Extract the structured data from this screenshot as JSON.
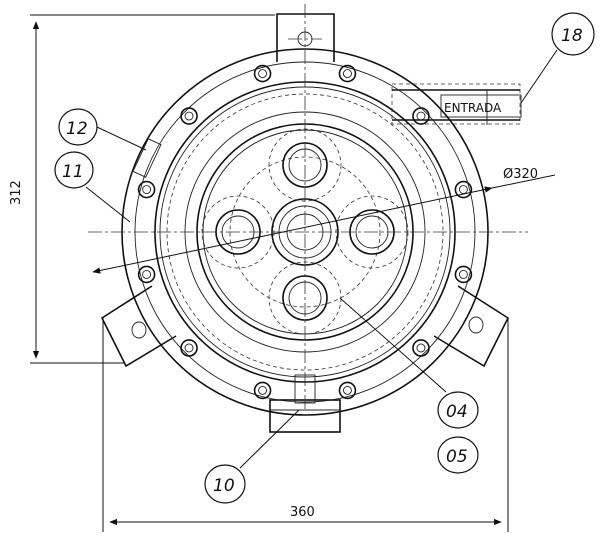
{
  "dimensions": {
    "height": "312",
    "width": "360",
    "diameter": "Ø320"
  },
  "callouts": [
    {
      "id": "18"
    },
    {
      "id": "12"
    },
    {
      "id": "11"
    },
    {
      "id": "04"
    },
    {
      "id": "05"
    },
    {
      "id": "10"
    }
  ],
  "inlet_label": "ENTRADA"
}
